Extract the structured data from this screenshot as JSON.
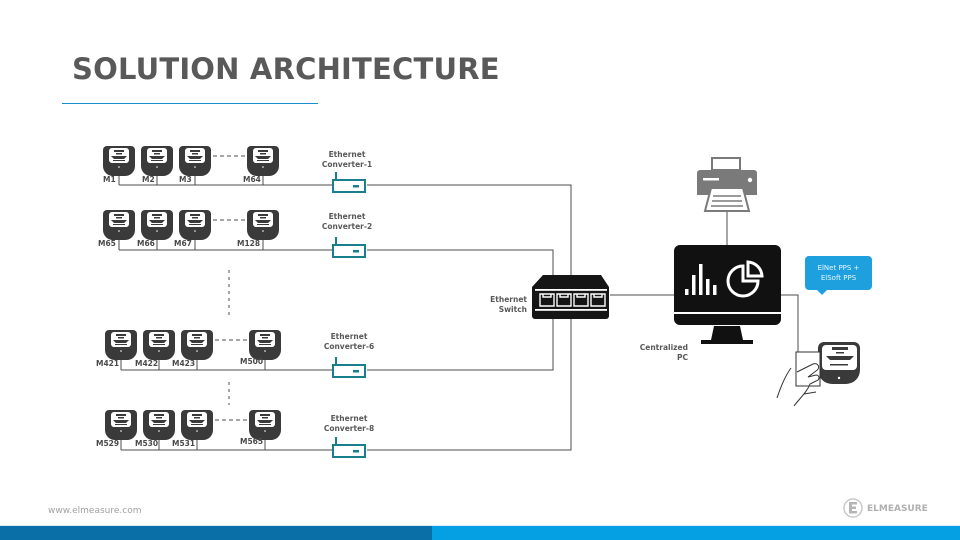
{
  "slide": {
    "title": "SOLUTION ARCHITECTURE",
    "footer_url": "www.elmeasure.com",
    "logo_text": "ELMEASURE",
    "colors": {
      "accent": "#1a8fd0",
      "converter": "#1a7f8c",
      "callout": "#1ea0df",
      "bar_dark": "#0a6fa6",
      "bar_light": "#04a0e3",
      "title": "#595959"
    }
  },
  "diagram": {
    "rows": [
      {
        "meters": [
          "M1",
          "M2",
          "M3",
          "M64"
        ],
        "converter": [
          "Ethernet",
          "Converter-1"
        ]
      },
      {
        "meters": [
          "M65",
          "M66",
          "M67",
          "M128"
        ],
        "converter": [
          "Ethernet",
          "Converter-2"
        ]
      },
      {
        "meters": [
          "M421",
          "M422",
          "M423",
          "M500"
        ],
        "converter": [
          "Ethernet",
          "Converter-6"
        ]
      },
      {
        "meters": [
          "M529",
          "M530",
          "M531",
          "M565"
        ],
        "converter": [
          "Ethernet",
          "Converter-8"
        ]
      }
    ],
    "switch_label": [
      "Ethernet",
      "Switch"
    ],
    "pc_label": [
      "Centralized",
      "PC"
    ],
    "callout": [
      "ElNet PPS +",
      "ElSoft PPS"
    ],
    "icons": {
      "meter": "energy-meter-icon",
      "converter": "ethernet-converter-icon",
      "switch": "ethernet-switch-icon",
      "pc": "monitor-analytics-icon",
      "printer": "printer-icon",
      "prepaid": "card-meter-icon"
    }
  }
}
